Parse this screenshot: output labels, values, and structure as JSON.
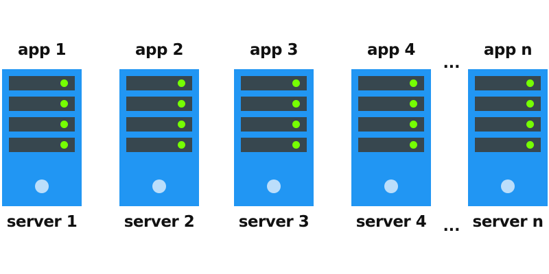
{
  "colors": {
    "server_body": "#2196f3",
    "rack_panel": "#37474f",
    "led": "#76ff03",
    "power_button": "#bbdefb",
    "text": "#111111"
  },
  "icons": {
    "tower": "server-tower-icon",
    "led": "status-led-icon",
    "power": "power-button-icon"
  },
  "units": [
    {
      "app": "app 1",
      "server": "server 1"
    },
    {
      "app": "app 2",
      "server": "server 2"
    },
    {
      "app": "app 3",
      "server": "server 3"
    },
    {
      "app": "app 4",
      "server": "server 4"
    },
    {
      "app": "app n",
      "server": "server n"
    }
  ],
  "ellipsis": {
    "top": "...",
    "bottom": "..."
  }
}
